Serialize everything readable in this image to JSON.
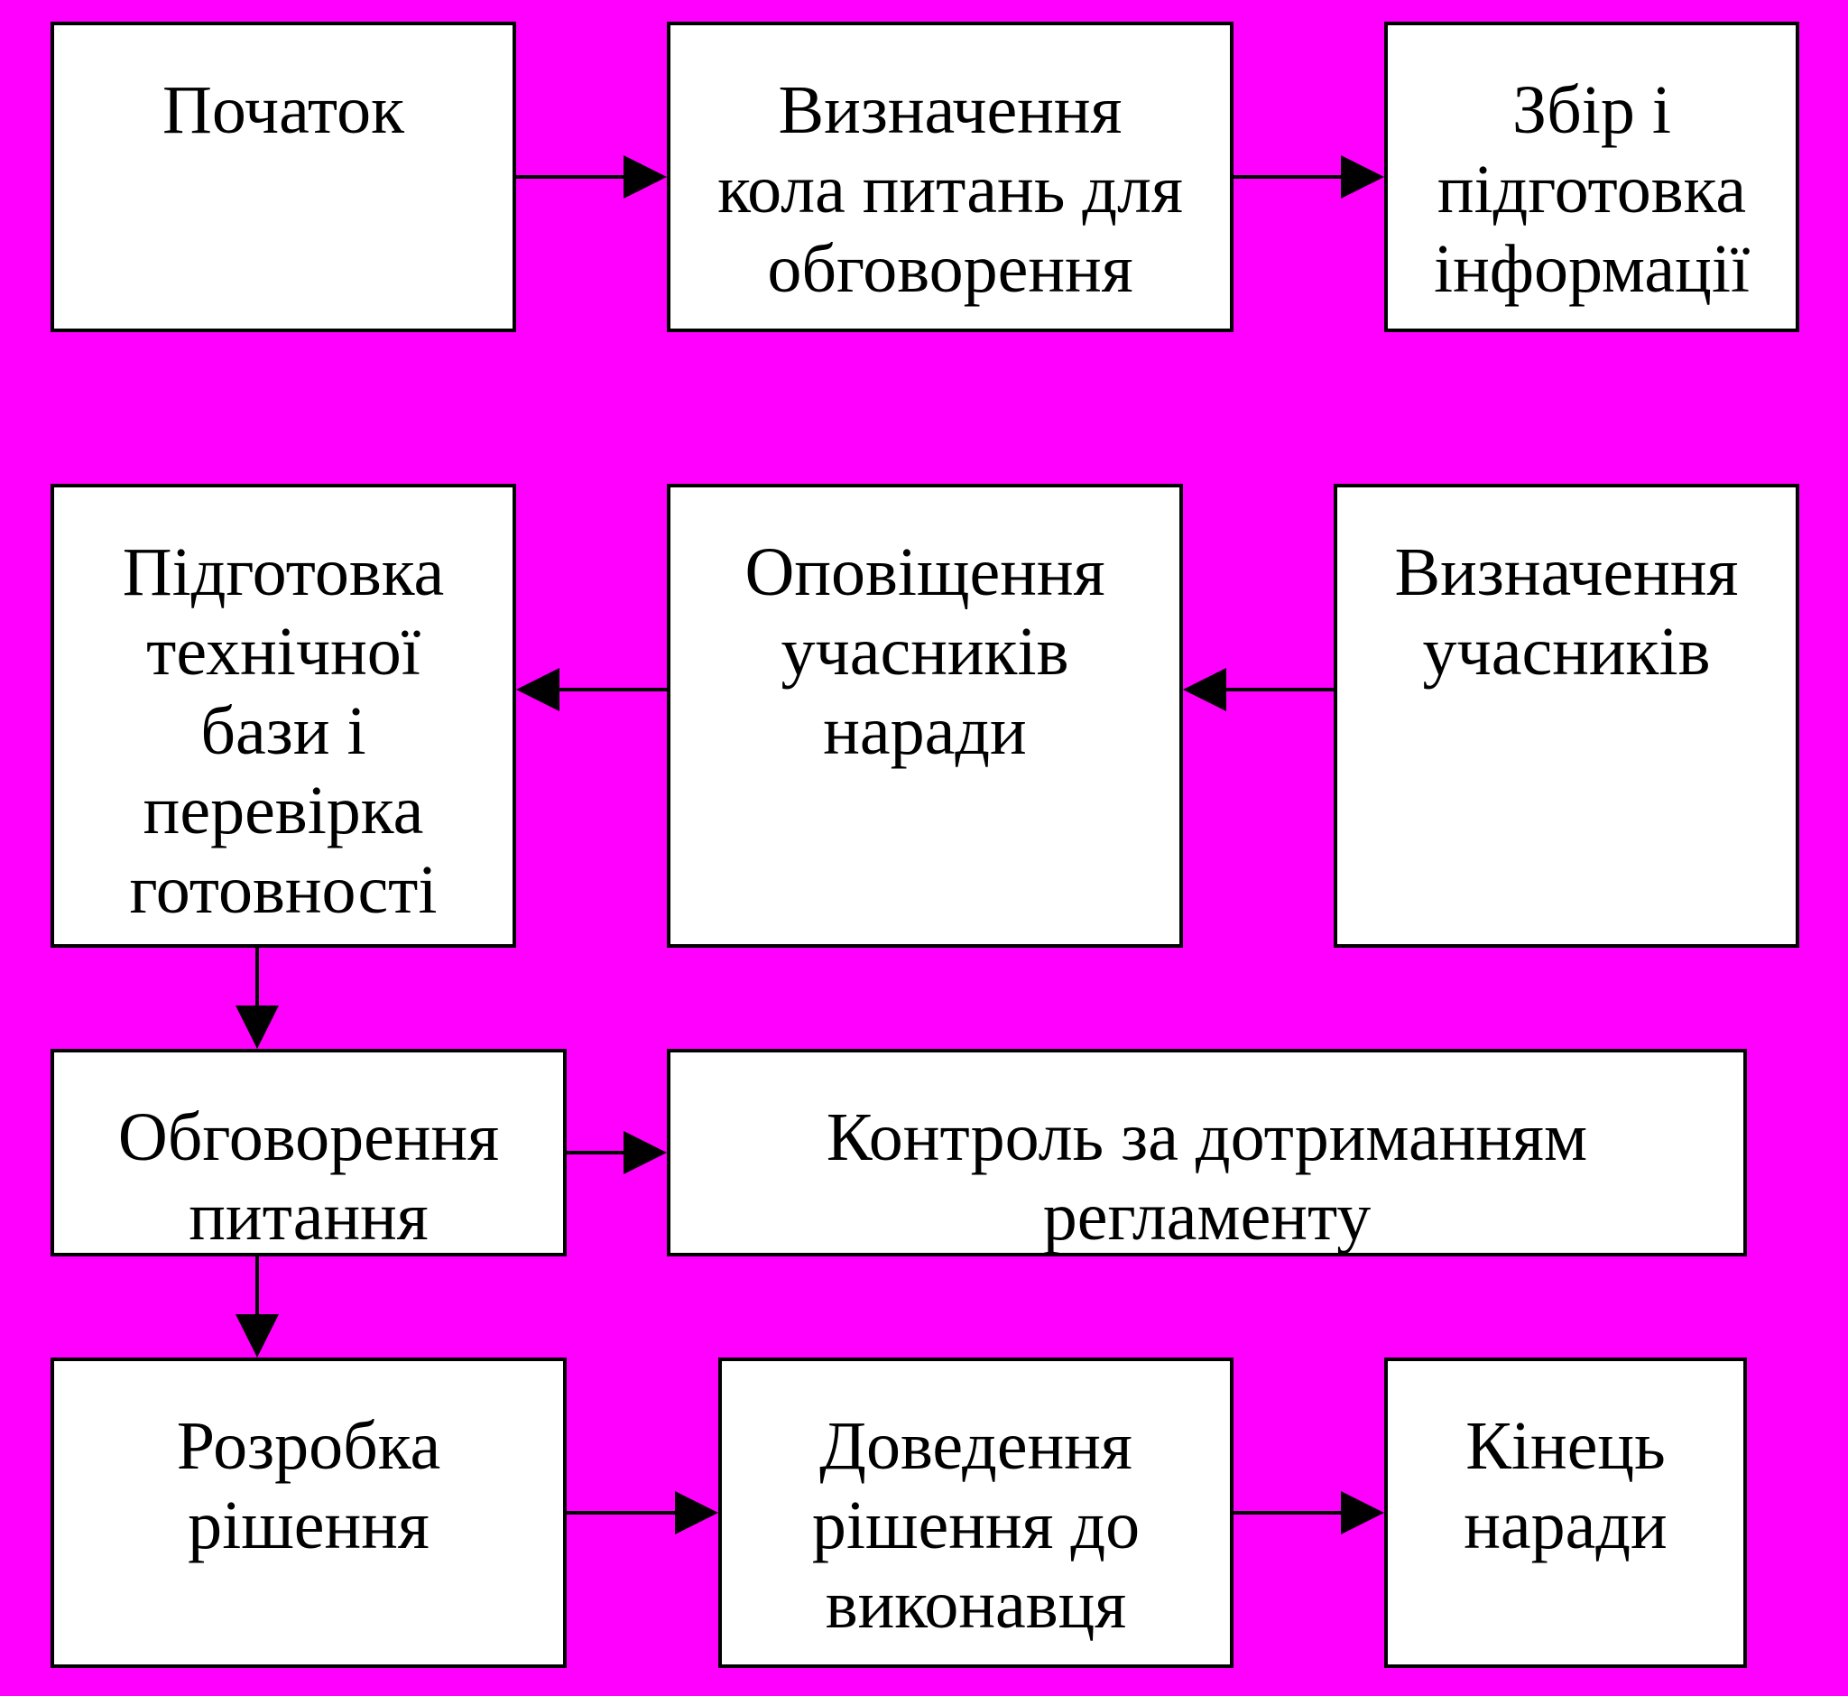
{
  "diagram": {
    "background_color": "#ff00ff",
    "box_color": "#ffffff",
    "line_color": "#000000",
    "nodes": {
      "start": "Початок",
      "define_questions": "Визначення\nкола питань для\nобговорення",
      "collect_info": "Збір і\nпідготовка\nінформації",
      "prepare_tech": "Підготовка\nтехнічної\nбази і\nперевірка\nготовності",
      "notify": "Оповіщення\nучасників\nнаради",
      "define_participants": "Визначення\nучасників",
      "discussion": "Обговорення\nпитання",
      "control": "Контроль за дотриманням\nрегламенту",
      "decision": "Розробка\nрішення",
      "deliver": "Доведення\nрішення до\nвиконавця",
      "end": "Кінець\nнаради"
    },
    "edges": [
      {
        "from": "start",
        "to": "define_questions"
      },
      {
        "from": "define_questions",
        "to": "collect_info"
      },
      {
        "from": "define_participants",
        "to": "notify"
      },
      {
        "from": "notify",
        "to": "prepare_tech"
      },
      {
        "from": "prepare_tech",
        "to": "discussion"
      },
      {
        "from": "discussion",
        "to": "control"
      },
      {
        "from": "discussion",
        "to": "decision"
      },
      {
        "from": "decision",
        "to": "deliver"
      },
      {
        "from": "deliver",
        "to": "end"
      }
    ]
  }
}
